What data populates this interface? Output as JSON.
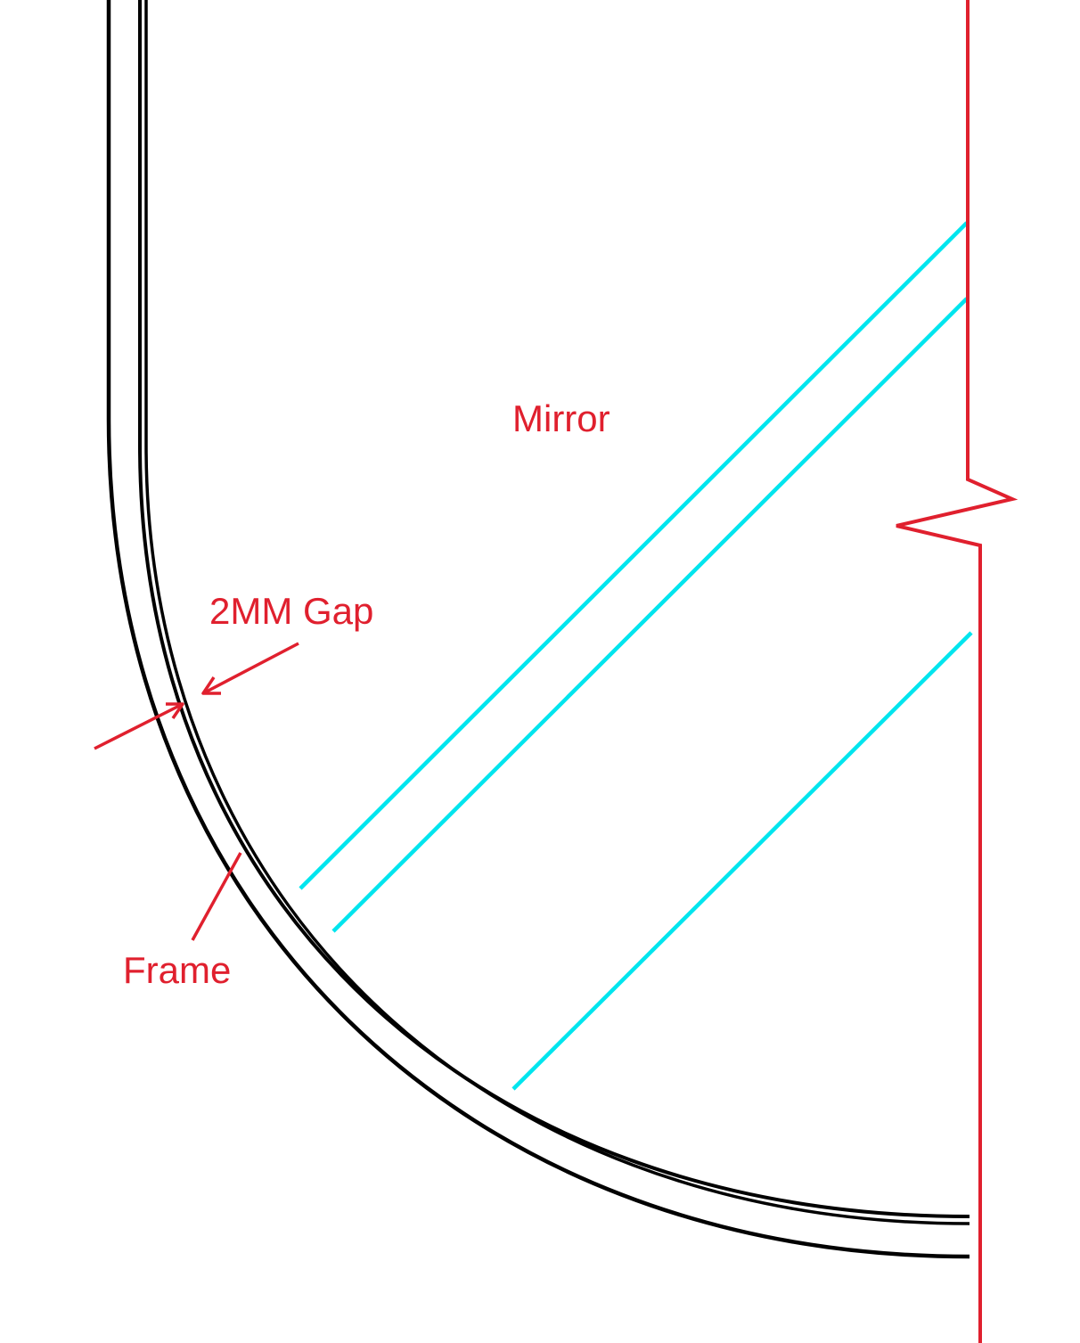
{
  "labels": {
    "mirror": "Mirror",
    "gap": "2MM Gap",
    "frame": "Frame"
  },
  "colors": {
    "outline": "#000000",
    "annotation": "#e0202e",
    "reflection": "#00e5ee",
    "background": "#ffffff"
  }
}
